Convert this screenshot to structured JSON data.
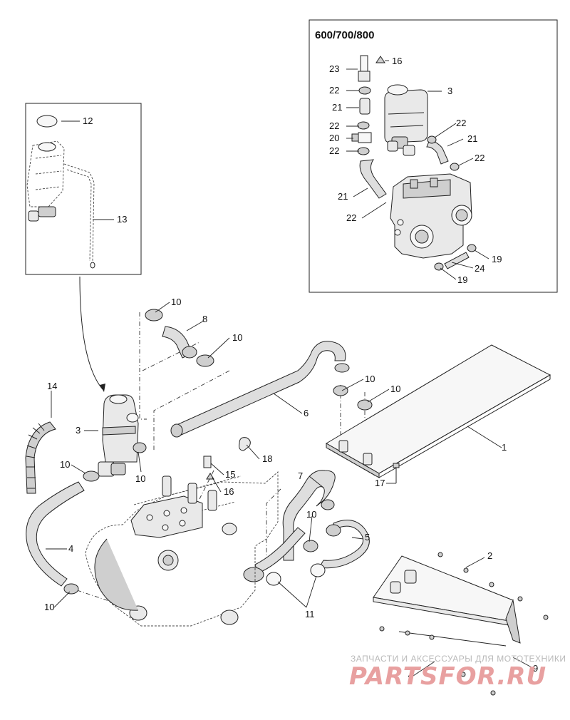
{
  "inset": {
    "title": "600/700/800"
  },
  "callouts": [
    {
      "id": "c16a",
      "text": "16"
    },
    {
      "id": "c23",
      "text": "23"
    },
    {
      "id": "c22a",
      "text": "22"
    },
    {
      "id": "c3a",
      "text": "3"
    },
    {
      "id": "c21a",
      "text": "21"
    },
    {
      "id": "c22b",
      "text": "22"
    },
    {
      "id": "c20",
      "text": "20"
    },
    {
      "id": "c22c",
      "text": "22"
    },
    {
      "id": "c22d",
      "text": "22"
    },
    {
      "id": "c21b",
      "text": "21"
    },
    {
      "id": "c22e",
      "text": "22"
    },
    {
      "id": "c21c",
      "text": "21"
    },
    {
      "id": "c22f",
      "text": "22"
    },
    {
      "id": "c19a",
      "text": "19"
    },
    {
      "id": "c24",
      "text": "24"
    },
    {
      "id": "c19b",
      "text": "19"
    },
    {
      "id": "c12",
      "text": "12"
    },
    {
      "id": "c13",
      "text": "13"
    },
    {
      "id": "c10a",
      "text": "10"
    },
    {
      "id": "c8",
      "text": "8"
    },
    {
      "id": "c10b",
      "text": "10"
    },
    {
      "id": "c10c",
      "text": "10"
    },
    {
      "id": "c10d",
      "text": "10"
    },
    {
      "id": "c14",
      "text": "14"
    },
    {
      "id": "c6",
      "text": "6"
    },
    {
      "id": "c1",
      "text": "1"
    },
    {
      "id": "c3b",
      "text": "3"
    },
    {
      "id": "c18",
      "text": "18"
    },
    {
      "id": "c10e",
      "text": "10"
    },
    {
      "id": "c10f",
      "text": "10"
    },
    {
      "id": "c15",
      "text": "15"
    },
    {
      "id": "c16b",
      "text": "16"
    },
    {
      "id": "c17",
      "text": "17"
    },
    {
      "id": "c7",
      "text": "7"
    },
    {
      "id": "c4",
      "text": "4"
    },
    {
      "id": "c10g",
      "text": "10"
    },
    {
      "id": "c5",
      "text": "5"
    },
    {
      "id": "c2a",
      "text": "2"
    },
    {
      "id": "c10h",
      "text": "10"
    },
    {
      "id": "c11",
      "text": "11"
    },
    {
      "id": "c2b",
      "text": "2"
    },
    {
      "id": "c9",
      "text": "9"
    }
  ],
  "watermark": {
    "tagline": "ЗАПЧАСТИ И АКСЕССУАРЫ ДЛЯ МОТОТЕХНИКИ",
    "logo": "PARTSFOR.RU"
  }
}
